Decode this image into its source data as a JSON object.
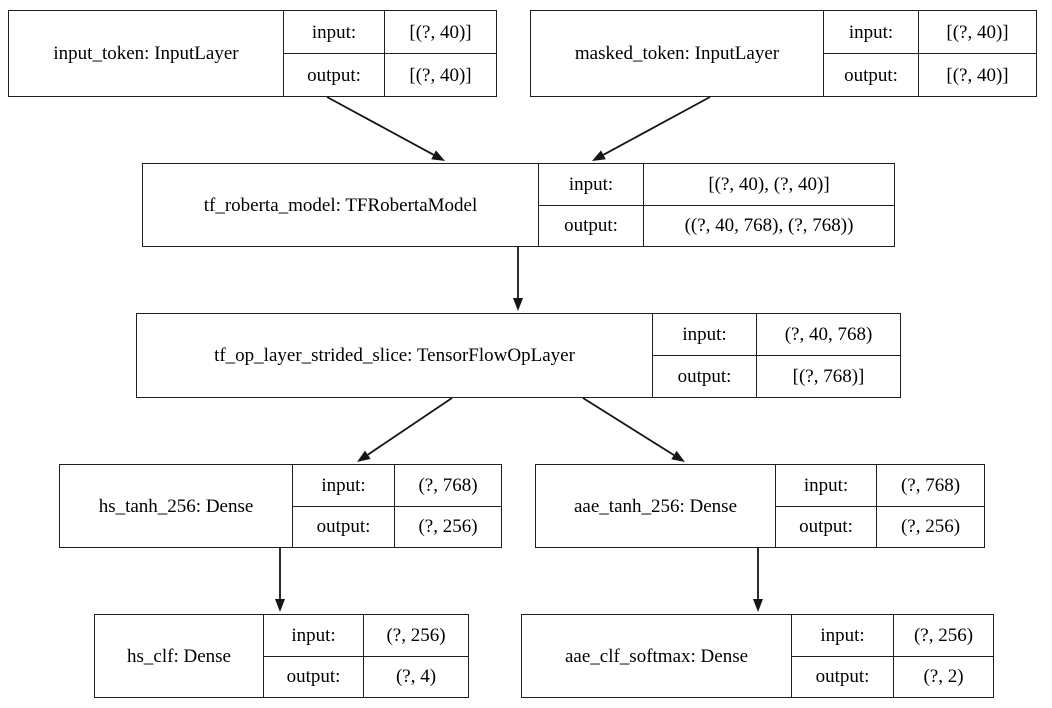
{
  "diagram": {
    "type": "keras-model-plot",
    "background_color": "#ffffff",
    "border_color": "#1e1e1e",
    "text_color": "#000000",
    "io_labels": {
      "input": "input:",
      "output": "output:"
    },
    "nodes": [
      {
        "id": "input_token",
        "label": "input_token: InputLayer",
        "input_shape": "[(?, 40)]",
        "output_shape": "[(?, 40)]"
      },
      {
        "id": "masked_token",
        "label": "masked_token: InputLayer",
        "input_shape": "[(?, 40)]",
        "output_shape": "[(?, 40)]"
      },
      {
        "id": "tf_roberta_model",
        "label": "tf_roberta_model: TFRobertaModel",
        "input_shape": "[(?, 40), (?, 40)]",
        "output_shape": "((?, 40, 768), (?, 768))"
      },
      {
        "id": "tf_op_layer_strided_slice",
        "label": "tf_op_layer_strided_slice: TensorFlowOpLayer",
        "input_shape": "(?, 40, 768)",
        "output_shape": "[(?, 768)]"
      },
      {
        "id": "hs_tanh_256",
        "label": "hs_tanh_256: Dense",
        "input_shape": "(?, 768)",
        "output_shape": "(?, 256)"
      },
      {
        "id": "aae_tanh_256",
        "label": "aae_tanh_256: Dense",
        "input_shape": "(?, 768)",
        "output_shape": "(?, 256)"
      },
      {
        "id": "hs_clf",
        "label": "hs_clf: Dense",
        "input_shape": "(?, 256)",
        "output_shape": "(?, 4)"
      },
      {
        "id": "aae_clf_softmax",
        "label": "aae_clf_softmax: Dense",
        "input_shape": "(?, 256)",
        "output_shape": "(?, 2)"
      }
    ],
    "edges": [
      {
        "from": "input_token",
        "to": "tf_roberta_model"
      },
      {
        "from": "masked_token",
        "to": "tf_roberta_model"
      },
      {
        "from": "tf_roberta_model",
        "to": "tf_op_layer_strided_slice"
      },
      {
        "from": "tf_op_layer_strided_slice",
        "to": "hs_tanh_256"
      },
      {
        "from": "tf_op_layer_strided_slice",
        "to": "aae_tanh_256"
      },
      {
        "from": "hs_tanh_256",
        "to": "hs_clf"
      },
      {
        "from": "aae_tanh_256",
        "to": "aae_clf_softmax"
      }
    ]
  }
}
